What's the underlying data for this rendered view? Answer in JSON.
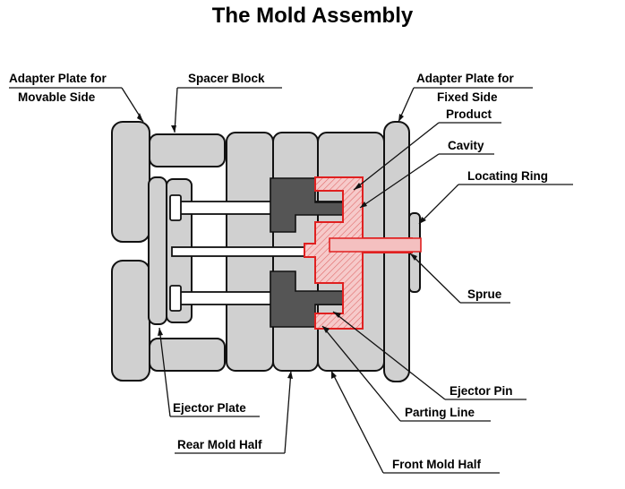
{
  "title": "The Mold Assembly",
  "labels": {
    "adapter_movable_1": "Adapter Plate for",
    "adapter_movable_2": "Movable Side",
    "spacer_block": "Spacer Block",
    "adapter_fixed_1": "Adapter Plate for",
    "adapter_fixed_2": "Fixed Side",
    "product": "Product",
    "cavity": "Cavity",
    "locating_ring": "Locating Ring",
    "sprue": "Sprue",
    "ejector_pin": "Ejector Pin",
    "parting_line": "Parting Line",
    "ejector_plate": "Ejector Plate",
    "rear_mold_half": "Rear Mold Half",
    "front_mold_half": "Front Mold Half"
  },
  "colors": {
    "plate_fill": "#d0d0d0",
    "core_fill": "#555555",
    "product_red": "#e02020",
    "product_fill": "#f4c9c9",
    "outline": "#111111"
  }
}
